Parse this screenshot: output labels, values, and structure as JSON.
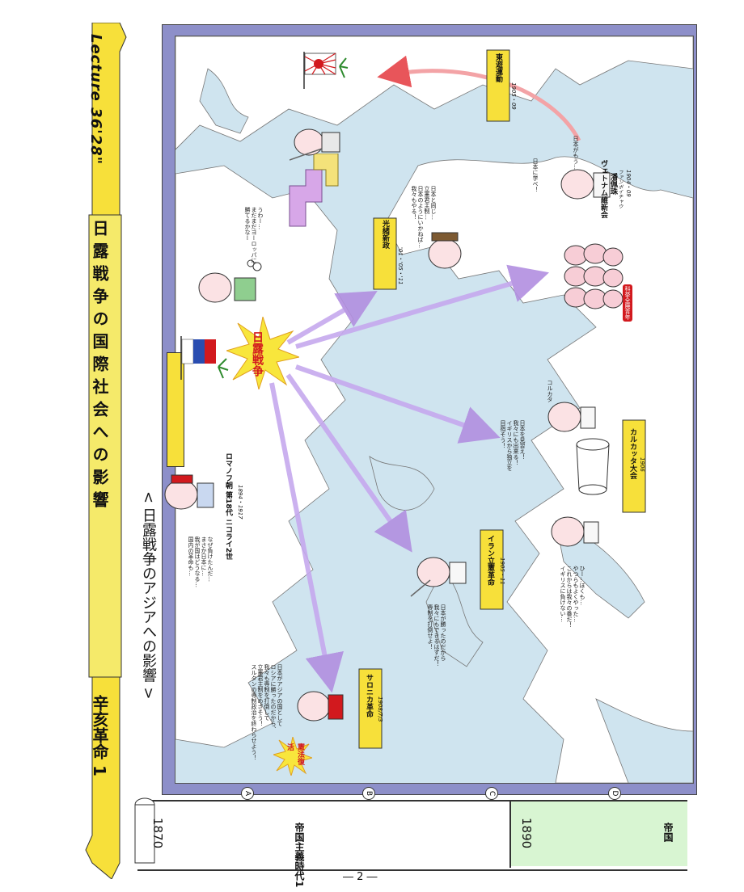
{
  "header": {
    "chapter": "辛亥革命 1",
    "title": "日露戦争の国際社会への影響",
    "lecture": "Lecture 36'28\""
  },
  "subtitle": "< 日露戦争のアジアへの影響 >",
  "map": {
    "center_label": "日露戦争",
    "kempo_label": "憲法復活",
    "events": [
      {
        "name": "光緒新政",
        "year": "'01・'05・'11"
      },
      {
        "name": "東遊運動",
        "year": "1905・09"
      },
      {
        "name": "ヴェトナム維新会",
        "person": "潘佩珠",
        "reading": "ファンボイチャウ",
        "year": "1904・09"
      },
      {
        "name": "科挙全廃青年",
        "year": ""
      },
      {
        "name": "カルカッタ大会",
        "year": "1906"
      },
      {
        "name": "イラン立憲革命",
        "year": "1905・11"
      },
      {
        "name": "サロニカ革命",
        "year": "1908/7/3"
      },
      {
        "name": "ロマノフ朝 第18代 ニコライ2世",
        "year": "1894・1917"
      }
    ],
    "bubbles": {
      "jp": "日本がもう…",
      "vietnam": "日本に学べ！",
      "china": "日本と同じ…\n立憲君主制…\n日本のようにいかねば…\n我々もやる！",
      "russia_man": "うわー…\nまだまだヨーロッパに\n勝てるかなー",
      "nicholas": "なぜ負けたんだ…\nまさか日本に…\n我が国はどうなる…\n国内の革命も…",
      "india": "日本を見習え！\n我々にも出来る！\nイギリスから独立を\n目指そう！",
      "calcutta": "コルカタ",
      "india2": "ひー…ぼくも…\nやつらもよくやった…\nこれからは我々の番だ！\nイギリスに負けない…",
      "iran": "日本が勝ったのだから\n我々にもできるはずだ！\n専制を打倒せよ！",
      "turkey": "日本がアジアの国として\nロシアに勝ったのだから、\n我々も専制を打倒して\n立憲君主制をめざそう！\nスルタンの専制政治を終わらせよう！"
    },
    "grid_letters": [
      "A",
      "B",
      "C",
      "D"
    ]
  },
  "timeline": {
    "years": [
      "1870",
      "1890"
    ],
    "era1": "帝国主義時代1",
    "era2": "帝国"
  },
  "page_number": "― 2 ―"
}
